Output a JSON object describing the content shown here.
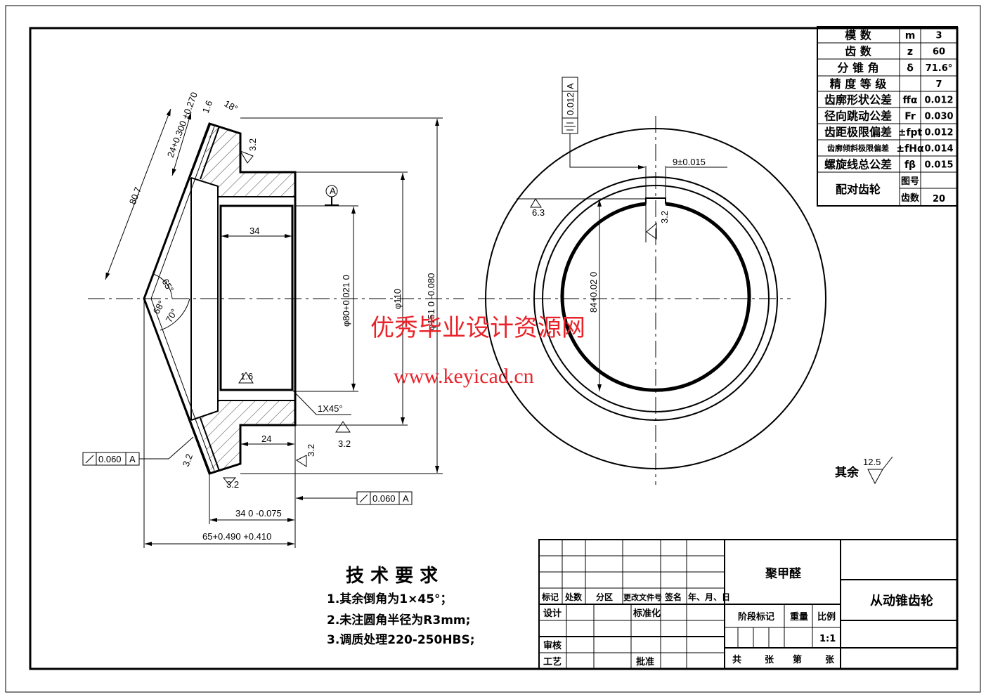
{
  "params": {
    "rows": [
      {
        "label": "模  数",
        "sym": "m",
        "val": "3"
      },
      {
        "label": "齿  数",
        "sym": "z",
        "val": "60"
      },
      {
        "label": "分 锥 角",
        "sym": "δ",
        "val": "71.6°"
      },
      {
        "label": "精 度 等 级",
        "sym": "",
        "val": "7"
      },
      {
        "label": "齿廓形状公差",
        "sym": "ffα",
        "val": "0.012"
      },
      {
        "label": "径向跳动公差",
        "sym": "Fr",
        "val": "0.030"
      },
      {
        "label": "齿距极限偏差",
        "sym": "±fpt",
        "val": "0.012"
      },
      {
        "label": "齿廓倾斜极限偏差",
        "sym": "±fHα",
        "val": "0.014"
      },
      {
        "label": "螺旋线总公差",
        "sym": "fβ",
        "val": "0.015"
      }
    ],
    "mating": {
      "label": "配对齿轮",
      "drawing_no": "图号",
      "teeth_label": "齿数",
      "teeth": "20"
    }
  },
  "title_block": {
    "headers": [
      "标记",
      "处数",
      "分区",
      "更改文件号",
      "签名",
      "年、月、日"
    ],
    "design": "设计",
    "standardize": "标准化",
    "review": "审核",
    "process": "工艺",
    "approve": "批准",
    "material": "聚甲醛",
    "stage": "阶段标记",
    "weight": "重量",
    "scale_label": "比例",
    "scale": "1:1",
    "total": "共",
    "sheets": "张",
    "sheet_no": "第",
    "sheets2": "张",
    "part_name": "从动锥齿轮"
  },
  "tech": {
    "title": "技 术 要 求",
    "items": [
      "1.其余倒角为1×45°；",
      "2.未注圆角半径为R3mm;",
      "3.调质处理220-250HBS;"
    ]
  },
  "dims": {
    "d807": "80.7",
    "d24": "24+0.300 +0.270",
    "d16": "1.6",
    "a18": "18°",
    "a65": "65°",
    "a68": "68°",
    "a70": "70°",
    "bore_len": "34",
    "phi80": "φ80+0.021 0",
    "phi110": "φ110",
    "phi151": "φ151 0 -0.080",
    "hub_len": "24",
    "len34": "34 0 -0.075",
    "len65": "65+0.490 +0.410",
    "chamfer": "1X45°",
    "r16": "1.6",
    "r32": "3.2",
    "r63": "6.3",
    "datum": "A",
    "runout1": "0.060",
    "runout2": "0.060",
    "sym_tol": "0.012",
    "key_w": "9±0.015",
    "key_h": "84+0.02 0",
    "rest_label": "其余",
    "rest_val": "12.5"
  },
  "watermark": {
    "cn": "优秀毕业设计资源网",
    "url": "www.keyicad.cn"
  }
}
